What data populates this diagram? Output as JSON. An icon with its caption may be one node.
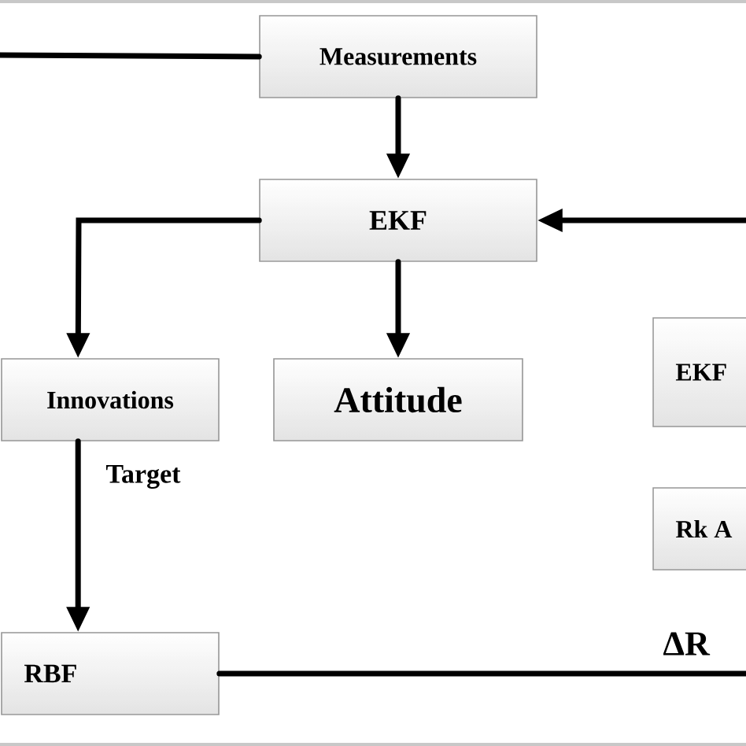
{
  "diagram": {
    "nodes": [
      {
        "text": [
          "Measurements"
        ]
      },
      {
        "text": [
          "EKF"
        ]
      },
      {
        "text": [
          "Innovations"
        ]
      },
      {
        "text": [
          "Attitude"
        ]
      },
      {
        "text": [
          "EKF"
        ]
      },
      {
        "text": [
          "Rk A"
        ]
      },
      {
        "text": [
          "RBF"
        ]
      }
    ],
    "edges": [
      {
        "from": null,
        "to": 0,
        "arrow": "none"
      },
      {
        "from": 0,
        "to": 1,
        "arrow": "to"
      },
      {
        "from": 1,
        "to": 2,
        "arrow": "to"
      },
      {
        "from": 1,
        "to": 3,
        "arrow": "to"
      },
      {
        "from": null,
        "to": 1,
        "arrow": "to"
      },
      {
        "from": 2,
        "to": 6,
        "arrow": "to",
        "label": "Target"
      },
      {
        "from": 6,
        "to": null,
        "arrow": "none",
        "label": "ΔR"
      }
    ]
  }
}
